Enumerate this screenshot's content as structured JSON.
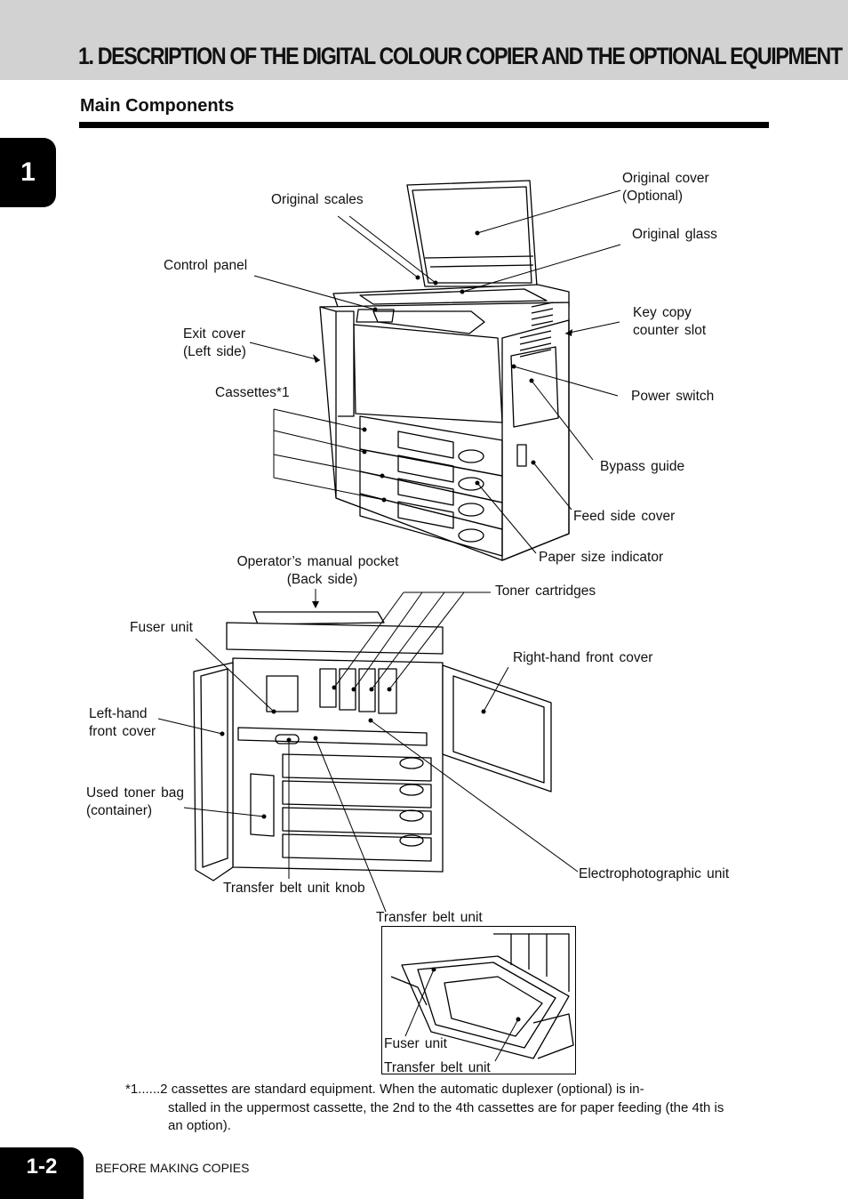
{
  "header": {
    "title": "1. DESCRIPTION  OF THE DIGITAL COLOUR COPIER AND THE OPTIONAL  EQUIPMENT",
    "chapter_number": "1"
  },
  "section": {
    "title": "Main Components"
  },
  "upper_labels": {
    "original_scales": "Original scales",
    "control_panel": "Control panel",
    "exit_cover_1": "Exit cover",
    "exit_cover_2": "(Left side)",
    "cassettes": "Cassettes*1",
    "original_cover_1": "Original cover",
    "original_cover_2": "(Optional)",
    "original_glass": "Original glass",
    "key_copy_1": "Key copy",
    "key_copy_2": "counter slot",
    "power_switch": "Power switch",
    "bypass_guide": "Bypass guide",
    "feed_side_cover": "Feed side cover",
    "paper_size_indicator": "Paper size indicator"
  },
  "lower_labels": {
    "manual_pocket_1": "Operator’s manual pocket",
    "manual_pocket_2": "(Back side)",
    "toner_cartridges": "Toner cartridges",
    "fuser_unit": "Fuser unit",
    "right_front_cover": "Right-hand front cover",
    "left_front_cover_1": "Left-hand",
    "left_front_cover_2": "front cover",
    "used_toner_1": "Used toner bag",
    "used_toner_2": "(container)",
    "electrophotographic_unit": "Electrophotographic unit",
    "transfer_belt_knob": "Transfer belt unit knob",
    "transfer_belt_unit": "Transfer belt unit"
  },
  "inset_labels": {
    "fuser_unit": "Fuser unit",
    "transfer_belt_unit": "Transfer belt unit"
  },
  "footnote": {
    "line1": "*1......2 cassettes are standard equipment. When the automatic duplexer (optional) is in-",
    "rest": "stalled in the uppermost cassette, the 2nd to the 4th cassettes are for paper feeding (the 4th is an option)."
  },
  "footer": {
    "page_number": "1-2",
    "chapter_name": "BEFORE MAKING COPIES"
  }
}
